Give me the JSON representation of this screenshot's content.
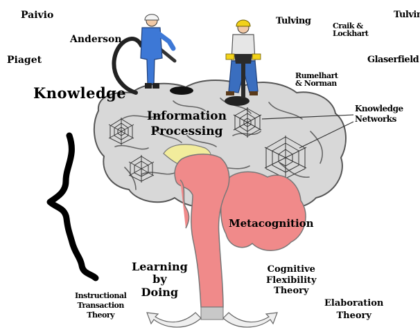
{
  "authors": {
    "paivio": "Paivio",
    "anderson": "Anderson",
    "piaget": "Piaget",
    "tulving_left": "Tulving",
    "craik_lockhart": [
      "Craik &",
      "Lockhart"
    ],
    "tulving_right": "Tulving",
    "glaserfield": "Glaserfield",
    "rumelhart_norman": [
      "Rumelhart",
      "& Norman"
    ]
  },
  "labels": {
    "knowledge": "Knowledge",
    "information_processing": [
      "Information",
      "Processing"
    ],
    "knowledge_networks": [
      "Knowledge",
      "Networks"
    ],
    "metacognition": "Metacognition",
    "learning_by_doing": [
      "Learning",
      "by",
      "Doing"
    ],
    "cognitive_flexibility": [
      "Cognitive",
      "Flexibility",
      "Theory"
    ],
    "instructional_transaction": [
      "Instructional",
      "Transaction",
      "Theory"
    ],
    "elaboration": [
      "Elaboration",
      "Theory"
    ]
  },
  "colors": {
    "brain_fill": "#d8d8d8",
    "brain_outline": "#555555",
    "stem_fill": "#f08a8a",
    "yellow_region": "#f2ec9c",
    "worker_blue": "#3d78d6",
    "worker_shirt": "#e6e6e6",
    "worker_pants": "#3a6ebf",
    "hardhat_yellow": "#f2d21a"
  }
}
